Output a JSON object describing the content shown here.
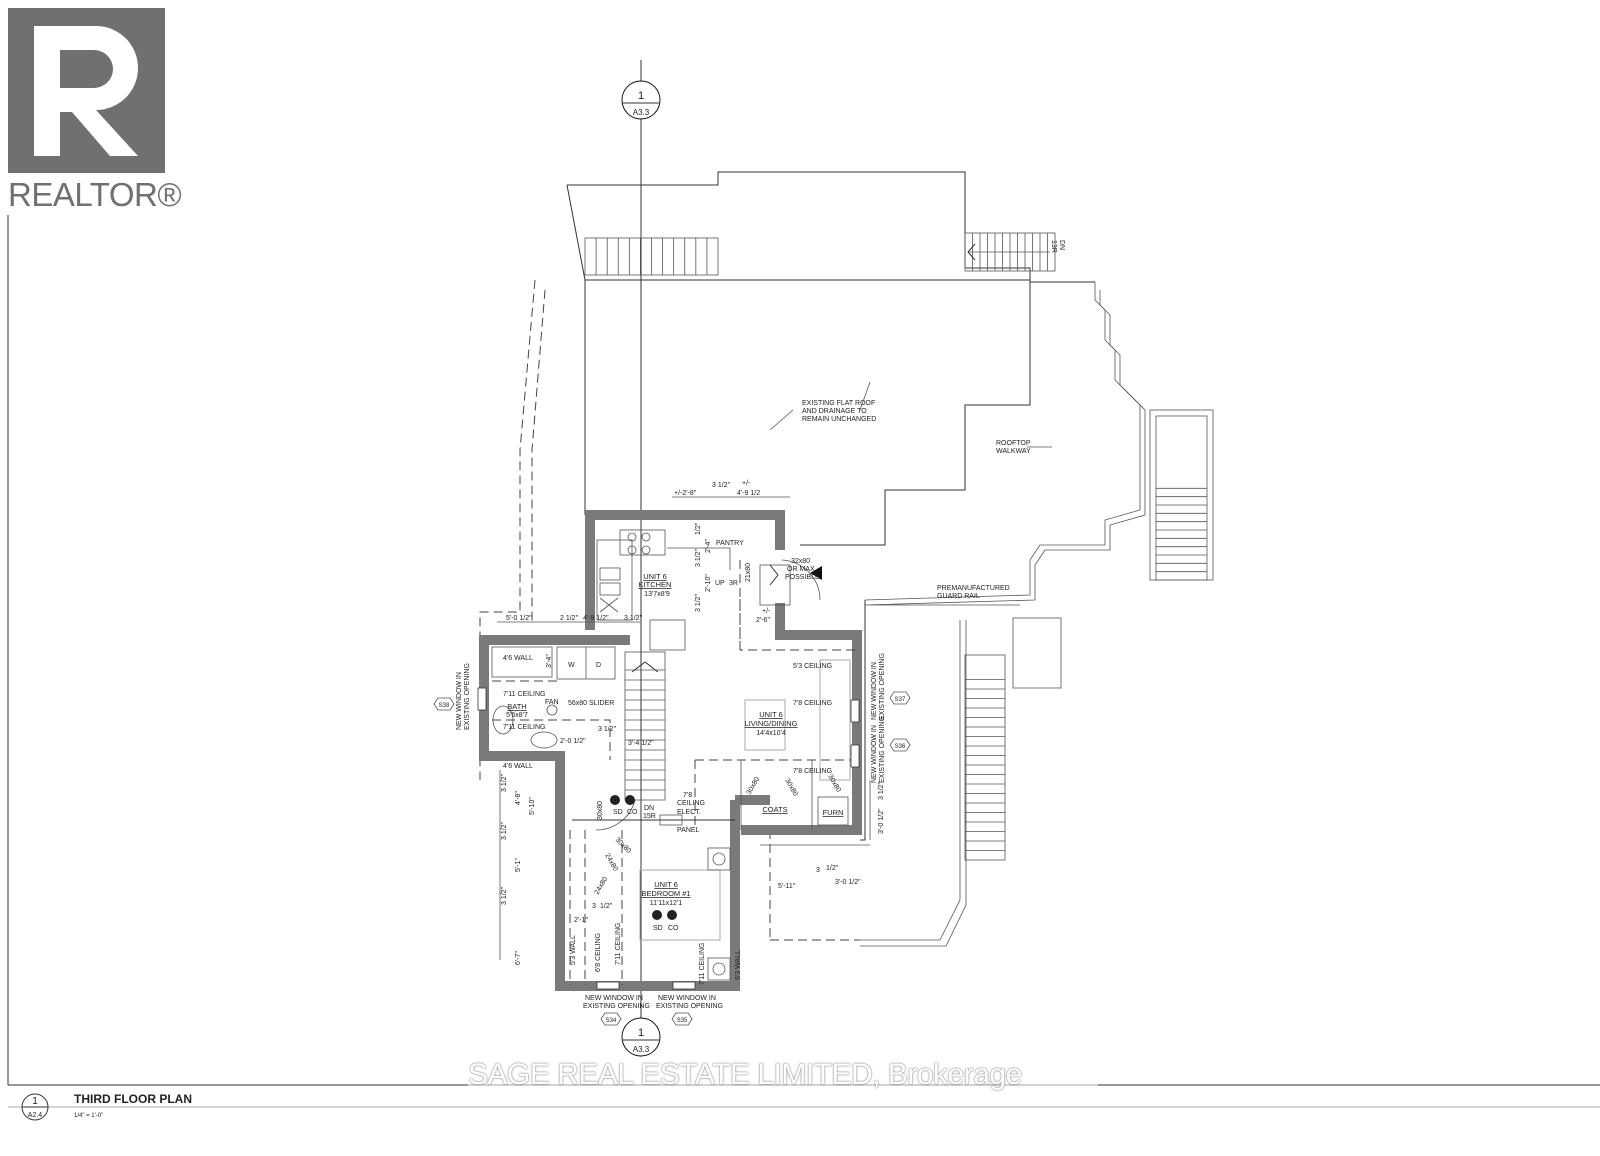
{
  "logo": {
    "text": "REALTOR®"
  },
  "section_marker": {
    "number": "1",
    "sheet": "A3.3"
  },
  "notes": {
    "flat_roof": [
      "EXISTING FLAT ROOF",
      "AND DRAINAGE TO",
      "REMAIN UNCHANGED"
    ],
    "rooftop_walkway": [
      "ROOFTOP",
      "WALKWAY"
    ],
    "guard_rail": [
      "PREMANUFACTURED",
      "GUARD RAIL"
    ],
    "roof_stair": [
      "DN",
      "13R"
    ]
  },
  "dimensions": {
    "top_a": "+/-2'-8\"",
    "top_b": "3 1/2\"",
    "top_c": [
      "+/-",
      "4'-9 1/2"
    ],
    "bath_top": [
      "5'-0 1/2\"",
      "2 1/2\"",
      "4'-9 1/2\"",
      "3 1/2\""
    ],
    "pantry_opening": [
      "+/-",
      "2'-6\""
    ],
    "kitchen_side": [
      "3 1/2\"",
      "2'-10\"",
      "3 1/2\"",
      "1/2\"",
      "2'-4\""
    ],
    "stair_side": [
      "3 1/2\"",
      "3'-4 1/2\""
    ],
    "tub": "3'-4\"",
    "vanity": "2'-0 1/2\"",
    "left_side": [
      "3 1/2\"",
      "4'-8\"",
      "5'-10\"",
      "3 1/2\"",
      "5'-1\"",
      "3 1/2\"",
      "6'-7\""
    ],
    "closet": [
      "2'-1\"",
      "3",
      "1/2\""
    ],
    "right_side": [
      "3 1/2\"",
      "3'-0 1/2\""
    ],
    "lower_right": [
      "5'-11\"",
      "3",
      "1/2\"",
      "3'-0 1/2\""
    ]
  },
  "rooms": {
    "kitchen": {
      "unit": "UNIT 6",
      "name": "KITCHEN",
      "size": "13'7x8'9"
    },
    "pantry": "PANTRY",
    "up_stair": [
      "UP",
      "3R"
    ],
    "pantry_door": "21x80",
    "entry_door": [
      "32x80",
      "OR MAX.",
      "POSSIBLE"
    ],
    "living": {
      "unit": "UNIT 6",
      "name": "LIVING/DINING",
      "size": "14'4x10'4"
    },
    "living_ceilings": [
      "5'3 CEILING",
      "7'8 CEILING",
      "7'8 CEILING"
    ],
    "bath": {
      "name": "BATH",
      "size": "5'6x8'7"
    },
    "bath_ceilings": [
      "7'11 CEILING",
      "7'11 CEILING"
    ],
    "bath_walls": [
      "4'6 WALL",
      "4'6 WALL"
    ],
    "fan": "FAN",
    "washer": "W",
    "dryer": "D",
    "slider": "56x80 SLIDER",
    "doors_30x80": [
      "30x80",
      "30x80",
      "30x80",
      "30x80",
      "30x80"
    ],
    "doors_24x80": [
      "24x80",
      "24x80"
    ],
    "down_stair": [
      "DN",
      "15R"
    ],
    "hall_ceiling": [
      "7'8",
      "CEILING"
    ],
    "elect_panel": [
      "ELECT.",
      "PANEL"
    ],
    "detectors": [
      "SD",
      "CO"
    ],
    "coats": "COATS",
    "furnace": "FURN",
    "bedroom": {
      "unit": "UNIT 6",
      "name": "BEDROOM #1",
      "size": "11'11x12'1"
    },
    "bedroom_labels": [
      "5'3 WALL",
      "6'8 CEILING",
      "7'11 CEILING",
      "7'11 CEILING",
      "5'3 WALL"
    ]
  },
  "windows": {
    "label": [
      "NEW WINDOW IN",
      "EXISTING OPENING"
    ],
    "tags": [
      "S34",
      "S35",
      "S36",
      "S37",
      "S38"
    ]
  },
  "title_block": {
    "number": "1",
    "sheet": "A2.4",
    "title": "THIRD FLOOR PLAN",
    "scale": "1/4\" = 1'-0\""
  },
  "watermark": "SAGE REAL ESTATE LIMITED, Brokerage",
  "colors": {
    "wall": "#7a7a7a",
    "logo": "#707070",
    "line": "#333333"
  }
}
